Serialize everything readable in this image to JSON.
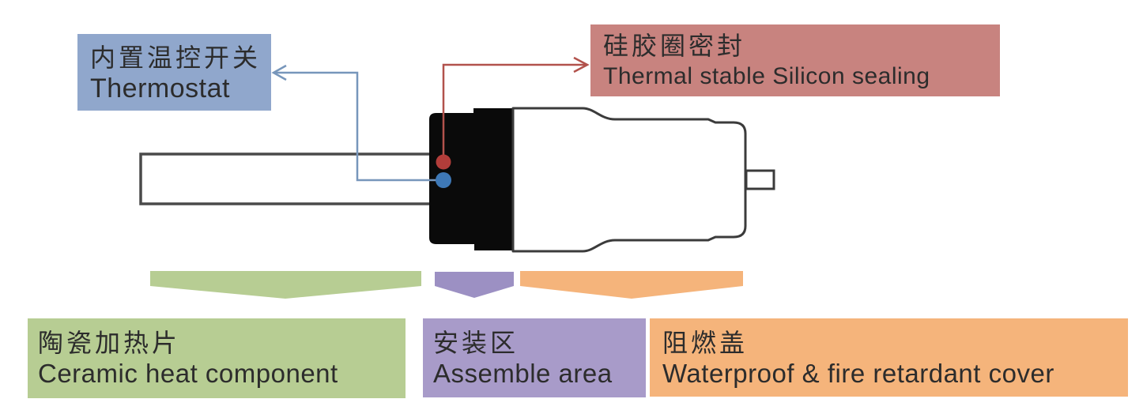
{
  "canvas": {
    "background": "#ffffff",
    "text_color": "#2c2c2c"
  },
  "callouts": {
    "thermostat": {
      "zh": "内置温控开关",
      "en": "Thermostat",
      "bg": "#90a7cc"
    },
    "sealing": {
      "zh": "硅胶圈密封",
      "en": "Thermal stable Silicon sealing",
      "bg": "#c8837f"
    },
    "ceramic": {
      "zh": "陶瓷加热片",
      "en": "Ceramic heat component",
      "bg": "#b7cd93"
    },
    "assemble": {
      "zh": "安装区",
      "en": "Assemble area",
      "bg": "#a89bc9"
    },
    "cover": {
      "zh": "阻燃盖",
      "en": "Waterproof & fire retardant cover",
      "bg": "#f5b47b"
    }
  },
  "markers": {
    "sealing_dot": "#b23d3a",
    "thermostat_dot": "#3e78b6",
    "sealing_line": "#b2524c",
    "thermostat_line": "#7796bb"
  },
  "chevrons": {
    "ceramic": "#b7cd93",
    "assemble": "#9c90c3",
    "cover": "#f5b47b"
  },
  "device": {
    "heater_fill": "#ffffff",
    "heater_outline": "#4a4a4a",
    "assemble_block": "#0a0a0a",
    "body_fill": "#ffffff",
    "body_outline": "#3b3b3b"
  }
}
